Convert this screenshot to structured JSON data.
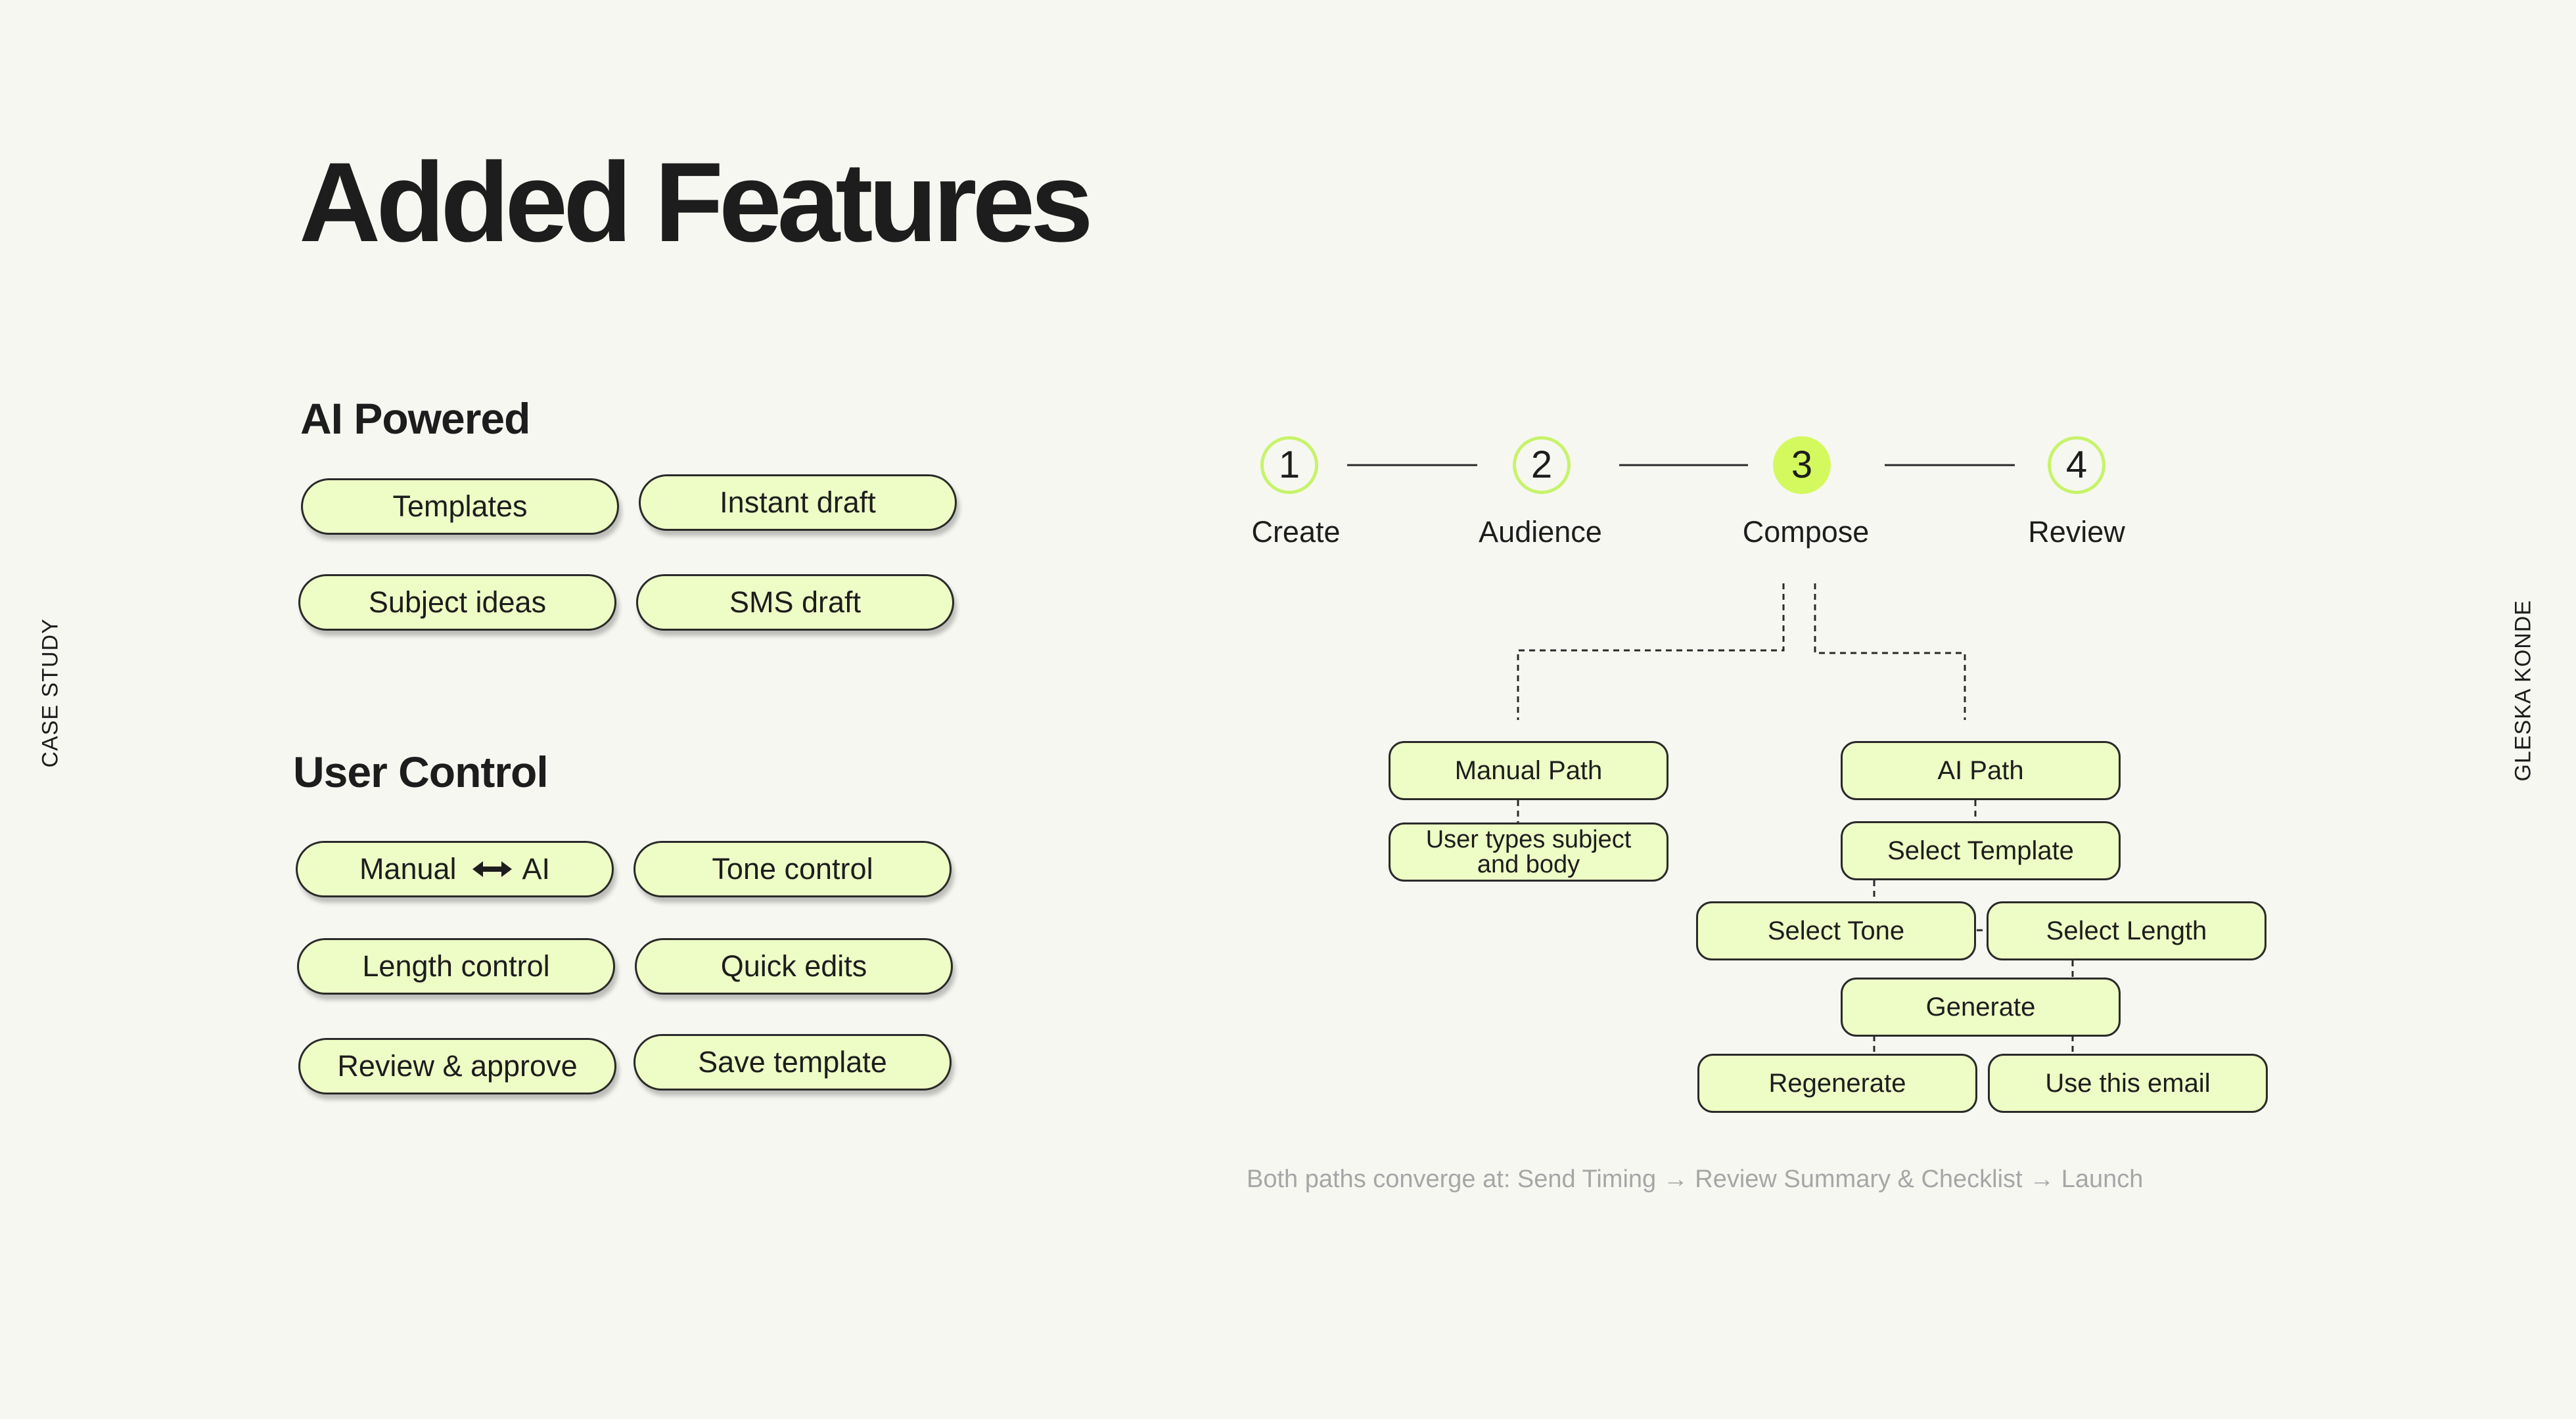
{
  "title": "Added Features",
  "side_left": "CASE STUDY",
  "side_right": "GLESKA KONDE",
  "ai_powered": {
    "heading": "AI Powered",
    "items": [
      "Templates",
      "Instant draft",
      "Subject ideas",
      "SMS draft"
    ]
  },
  "user_control": {
    "heading": "User Control",
    "toggle": {
      "left": "Manual",
      "right": "AI",
      "icon": "bidirectional-arrow-icon"
    },
    "items": [
      "Tone control",
      "Length control",
      "Quick edits",
      "Review & approve",
      "Save template"
    ]
  },
  "stepper": {
    "steps": [
      {
        "number": "1",
        "label": "Create"
      },
      {
        "number": "2",
        "label": "Audience"
      },
      {
        "number": "3",
        "label": "Compose"
      },
      {
        "number": "4",
        "label": "Review"
      }
    ],
    "active_step": 3
  },
  "flow": {
    "manual_path": "Manual Path",
    "manual_detail": "User types subject and body",
    "ai_path": "AI Path",
    "select_template": "Select Template",
    "select_tone": "Select Tone",
    "select_length": "Select Length",
    "generate": "Generate",
    "regenerate": "Regenerate",
    "use_email": "Use this email"
  },
  "footnote": "Both paths converge at: Send Timing → Review Summary & Checklist → Launch",
  "colors": {
    "background": "#f7f7f2",
    "pill_fill": "#eefcc5",
    "accent": "#d4f95e",
    "step_ring": "#c7f36b",
    "outline": "#2a2a2a",
    "footnote": "#a6a6a6"
  }
}
